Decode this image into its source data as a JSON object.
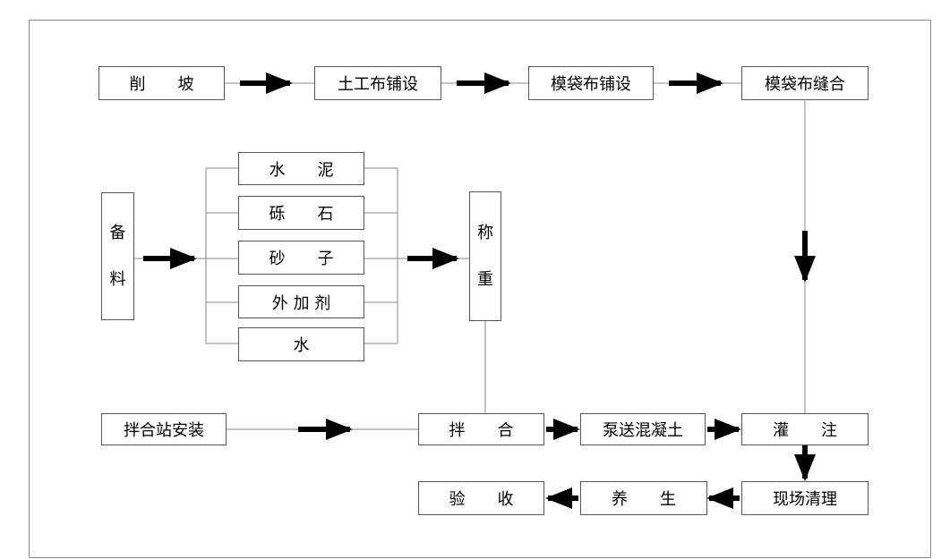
{
  "process": {
    "top_row": [
      "削　　坡",
      "土工布铺设",
      "模袋布铺设",
      "模袋布缝合"
    ],
    "materials_source": [
      "备",
      "料"
    ],
    "materials": [
      "水　　泥",
      "砾　　石",
      "砂　　子",
      "外 加 剂",
      "水"
    ],
    "weigh": [
      "称",
      "重"
    ],
    "mixer_install": "拌合站安装",
    "mix": "拌　　合",
    "pump": "泵送混凝土",
    "pour": "灌　　注",
    "cleanup": "现场清理",
    "curing": "养　　生",
    "acceptance": "验　　收"
  },
  "colors": {
    "line": "#888888",
    "arrow": "#000000",
    "border": "#555555"
  }
}
